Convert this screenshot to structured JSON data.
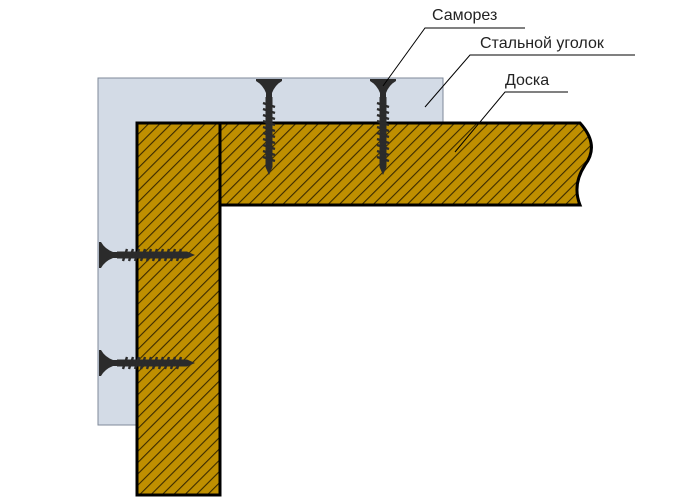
{
  "labels": {
    "screw": "Саморез",
    "steel_angle": "Стальной уголок",
    "board": "Доска"
  },
  "colors": {
    "steel": "#d3dbe6",
    "wood": "#bf8f00",
    "hatch": "#3a2a00",
    "screw": "#2b2b2b",
    "outline": "#000000"
  }
}
